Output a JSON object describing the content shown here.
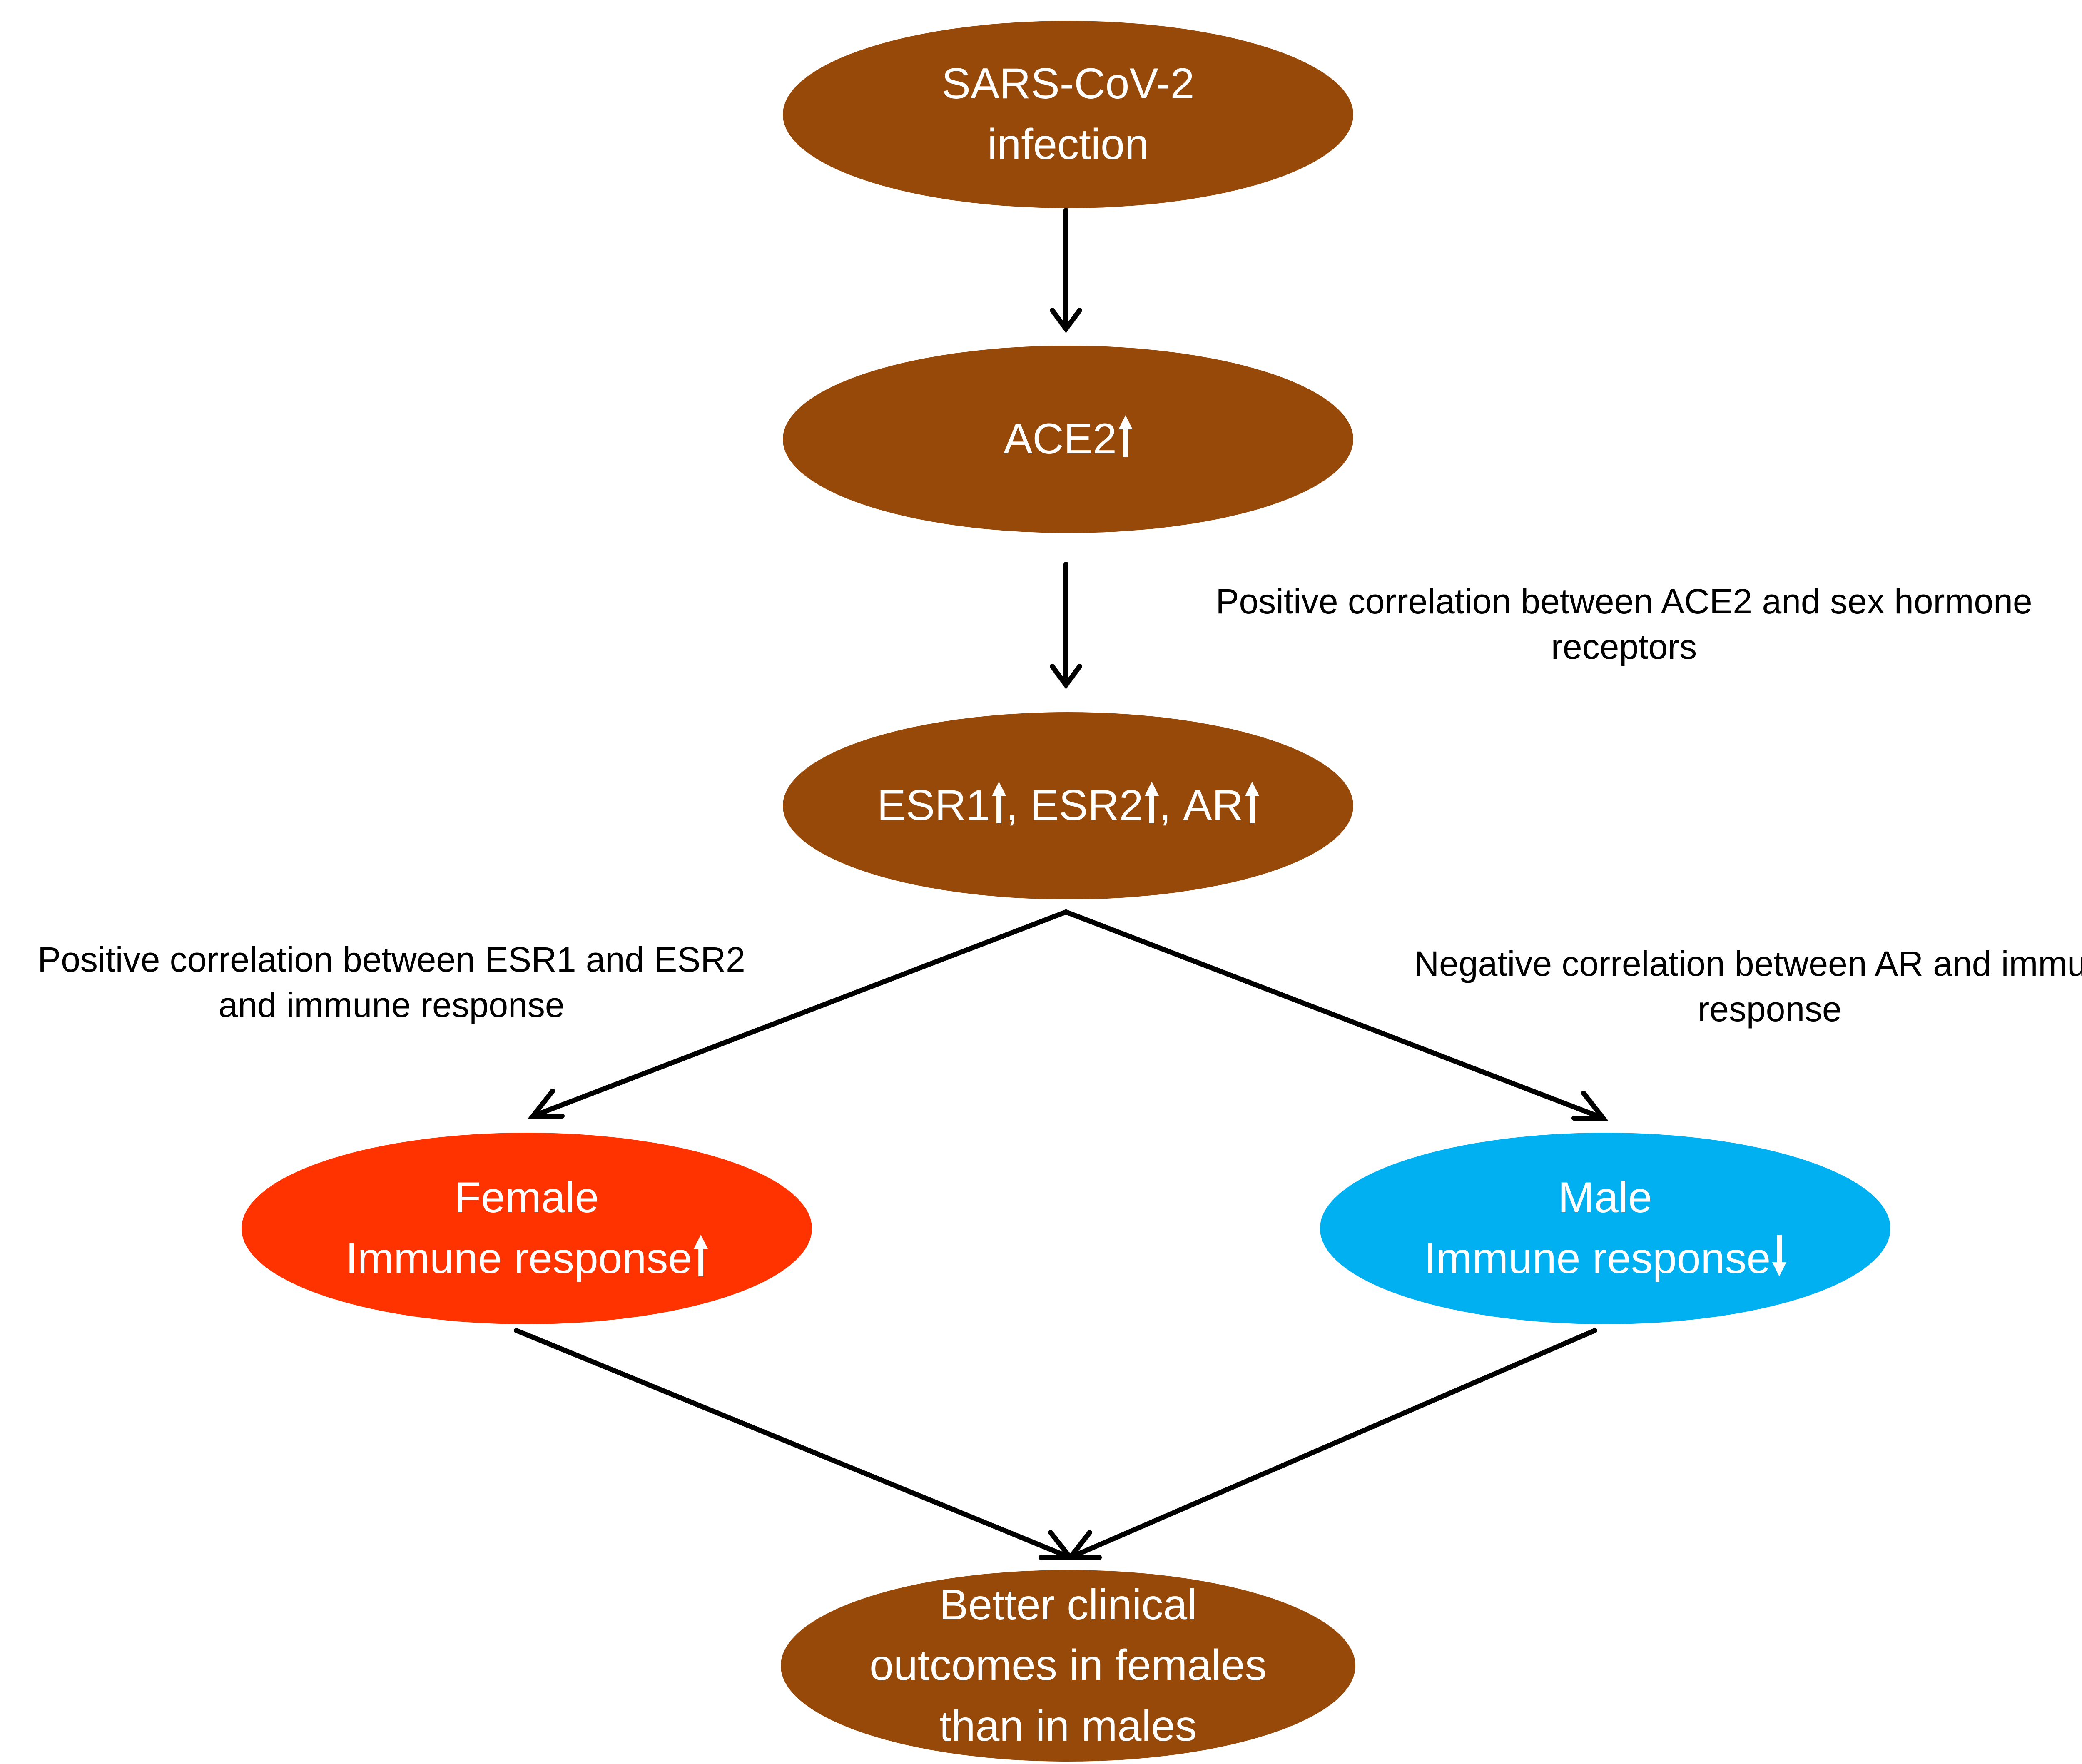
{
  "colors": {
    "node_brown": "#974909",
    "node_female": "#ff3300",
    "node_male": "#00b0f0",
    "node_text": "#ffffff",
    "edge": "#000000"
  },
  "nodes": {
    "infection": {
      "lines": [
        "SARS-CoV-2",
        "infection"
      ]
    },
    "ace2": {
      "text": "ACE2",
      "indicator": "up-arrow"
    },
    "receptors": {
      "esr1": "ESR1",
      "sep1": ",",
      "esr2": "ESR2",
      "sep2": ",",
      "ar": "AR",
      "indicator": "up-arrow"
    },
    "female": {
      "line1": "Female",
      "line2": "Immune response",
      "indicator": "up-arrow"
    },
    "male": {
      "line1": "Male",
      "line2": "Immune response",
      "indicator": "down-arrow"
    },
    "outcome": {
      "lines": [
        "Better clinical",
        "outcomes in females",
        "than in males"
      ]
    }
  },
  "edge_labels": {
    "ace2_receptors": [
      "Positive correlation between ACE2 and sex hormone",
      "receptors"
    ],
    "esr_immune": [
      "Positive correlation between ESR1 and ESR2",
      "and immune response"
    ],
    "ar_immune": [
      "Negative correlation between AR and immune",
      "response"
    ]
  }
}
